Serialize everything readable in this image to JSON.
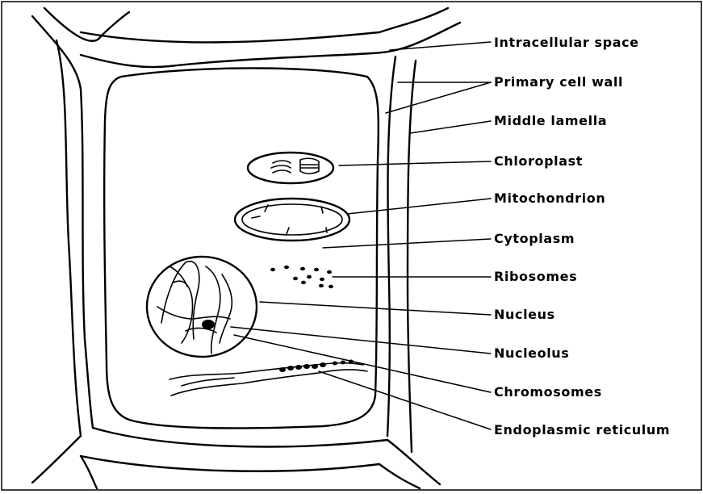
{
  "labels": {
    "intracellular_space": "Intracellular space",
    "primary_cell_wall": "Primary cell wall",
    "middle_lamella": "Middle lamella",
    "chloroplast": "Chloroplast",
    "mitochondrion": "Mitochondrion",
    "cytoplasm": "Cytoplasm",
    "ribosomes": "Ribosomes",
    "nucleus": "Nucleus",
    "nucleolus": "Nucleolus",
    "chromosomes": "Chromosomes",
    "endoplasmic_reticulum": "Endoplasmic reticulum"
  },
  "colors": {
    "ink": "#000000",
    "background": "#ffffff"
  }
}
